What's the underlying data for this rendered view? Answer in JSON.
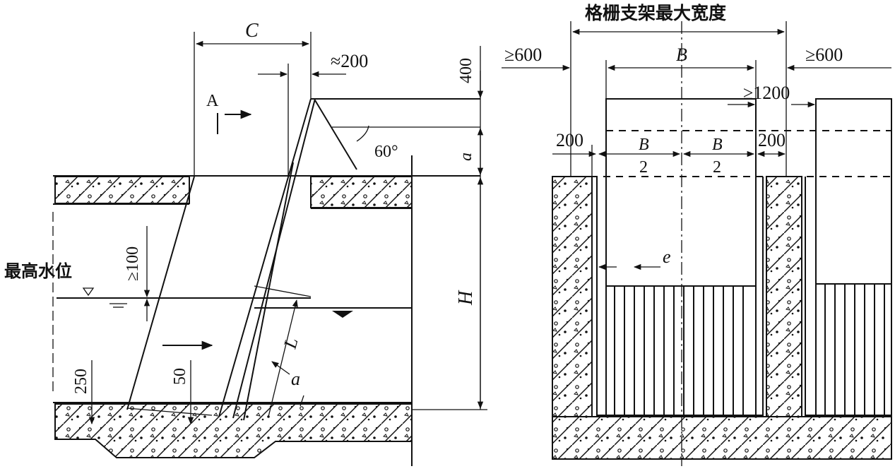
{
  "left_view": {
    "dim_C": "C",
    "dim_approx_200": "≈200",
    "dim_400": "400",
    "section_mark": "A",
    "angle_60": "60°",
    "dim_a_right": "a",
    "dim_H": "H",
    "max_water_level": "最高水位",
    "dim_ge_100": "≥100",
    "dim_L": "L",
    "dim_a_bottom": "a",
    "dim_250": "250",
    "dim_50": "50"
  },
  "right_view": {
    "title": "格栅支架最大宽度",
    "dim_ge_600_left": "≥600",
    "dim_ge_600_right": "≥600",
    "dim_B": "B",
    "dim_ge_1200": "≥1200",
    "dim_200_left": "200",
    "dim_200_right": "200",
    "dim_B_over_2_left": {
      "num": "B",
      "den": "2"
    },
    "dim_B_over_2_right": {
      "num": "B",
      "den": "2"
    },
    "dim_e": "e"
  }
}
